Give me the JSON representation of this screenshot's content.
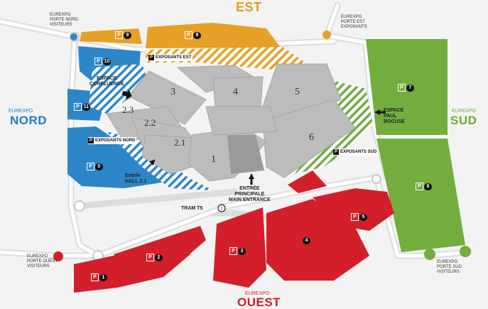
{
  "compass": {
    "north": {
      "small": "EUREXPO",
      "big": "NORD"
    },
    "east": {
      "big": "EST"
    },
    "south": {
      "small": "EUREXPO",
      "big": "SUD"
    },
    "west": {
      "small": "EUREXPO",
      "big": "OUEST"
    }
  },
  "gates": {
    "porte_nord": [
      "EUREXPO",
      "PORTE NORD",
      "VISITEURS"
    ],
    "porte_est": [
      "EUREXPO",
      "PORTE EST",
      "EXPOSANTS"
    ],
    "porte_ouest": [
      "EUREXPO",
      "PORTE OUEST",
      "VISITEURS"
    ],
    "porte_sud": [
      "EUREXPO",
      "PORTE SUD",
      "VISITEURS"
    ]
  },
  "parkings": {
    "p1": "1",
    "p2": "2",
    "p3": "3",
    "p4": "4",
    "p5": "5",
    "p6": "6",
    "p7": "7",
    "p8": "8",
    "p9": "9",
    "p10": "10",
    "p11": "11",
    "p0": "0",
    "p_letter": "P"
  },
  "exhibitor_parkings": {
    "est": "EXPOSANTS EST",
    "nord": "EXPOSANTS NORD",
    "sud": "EXPOSANTS SUD"
  },
  "halls": {
    "h1": "1",
    "h21": "2.1",
    "h22": "2.2",
    "h23": "2.3",
    "h3": "3",
    "h4": "4",
    "h5": "5",
    "h6": "6"
  },
  "labels": {
    "espace_confluence": [
      "ESPACE",
      "CONFLUENCE"
    ],
    "espace_paul_bocuse": [
      "ESPACE",
      "PAUL",
      "BOCUSE"
    ],
    "entree_hall": [
      "Entrée",
      "HALL 2.1"
    ],
    "entree_principale": [
      "ENTRÉE",
      "PRINCIPALE",
      "MAIN ENTRANCE"
    ],
    "tram": "TRAM T5",
    "tram_icon": "T"
  },
  "colors": {
    "blue": "#2c86c8",
    "orange": "#e6a026",
    "green": "#72ad3e",
    "red": "#d31f2a",
    "hall_gray": "#bcbcbc",
    "road": "#ffffff",
    "accent_blue": "#1d7fc1",
    "accent_orange": "#e59a1f",
    "accent_green": "#70ab3b",
    "accent_red": "#cf1f2a"
  }
}
